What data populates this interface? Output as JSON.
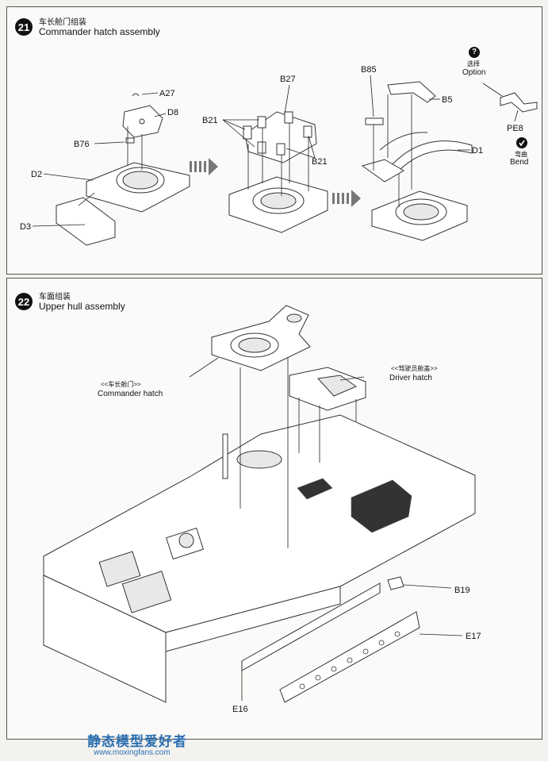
{
  "step21": {
    "number": "21",
    "title_cn": "车长舱门组装",
    "title_en": "Commander hatch assembly",
    "labels": {
      "a27": "A27",
      "d8": "D8",
      "b76": "B76",
      "d2": "D2",
      "d3": "D3",
      "b27": "B27",
      "b21_left": "B21",
      "b21_right": "B21",
      "b85": "B85",
      "b5": "B5",
      "d1": "D1",
      "pe8": "PE8"
    },
    "option_icon": "?",
    "option_cn": "选择",
    "option_en": "Option",
    "bend_icon": "check",
    "bend_cn": "弯曲",
    "bend_en": "Bend"
  },
  "step22": {
    "number": "22",
    "title_cn": "车面组装",
    "title_en": "Upper hull assembly",
    "callouts": {
      "commander_cn": "<<车长舱门>>",
      "commander_en": "Commander hatch",
      "driver_cn": "<<驾驶员舱盖>>",
      "driver_en": "Driver hatch"
    },
    "labels": {
      "b19": "B19",
      "e17": "E17",
      "e16": "E16"
    }
  },
  "watermark": {
    "site_cn": "静态模型爱好者",
    "url": "www.moxingfans.com"
  }
}
